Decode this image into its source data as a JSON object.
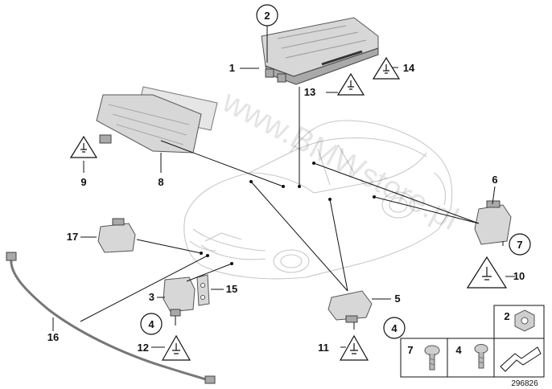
{
  "callouts": [
    {
      "id": "c1",
      "text": "1"
    },
    {
      "id": "c2",
      "text": "2"
    },
    {
      "id": "c3",
      "text": "3"
    },
    {
      "id": "c4a",
      "text": "4"
    },
    {
      "id": "c4b",
      "text": "4"
    },
    {
      "id": "c5",
      "text": "5"
    },
    {
      "id": "c6",
      "text": "6"
    },
    {
      "id": "c7",
      "text": "7"
    },
    {
      "id": "c8",
      "text": "8"
    },
    {
      "id": "c9",
      "text": "9"
    },
    {
      "id": "c10",
      "text": "10"
    },
    {
      "id": "c11",
      "text": "11"
    },
    {
      "id": "c12",
      "text": "12"
    },
    {
      "id": "c13",
      "text": "13"
    },
    {
      "id": "c14",
      "text": "14"
    },
    {
      "id": "c15",
      "text": "15"
    },
    {
      "id": "c16",
      "text": "16"
    },
    {
      "id": "c17",
      "text": "17"
    }
  ],
  "legend": {
    "screw7": "7",
    "screw4": "4",
    "nut2": "2"
  },
  "watermark": "www.BMWstore.pl",
  "diagram_number": "296826",
  "colors": {
    "line": "#111111",
    "part": "#d7d7d7",
    "car": "#c8c8c8"
  }
}
